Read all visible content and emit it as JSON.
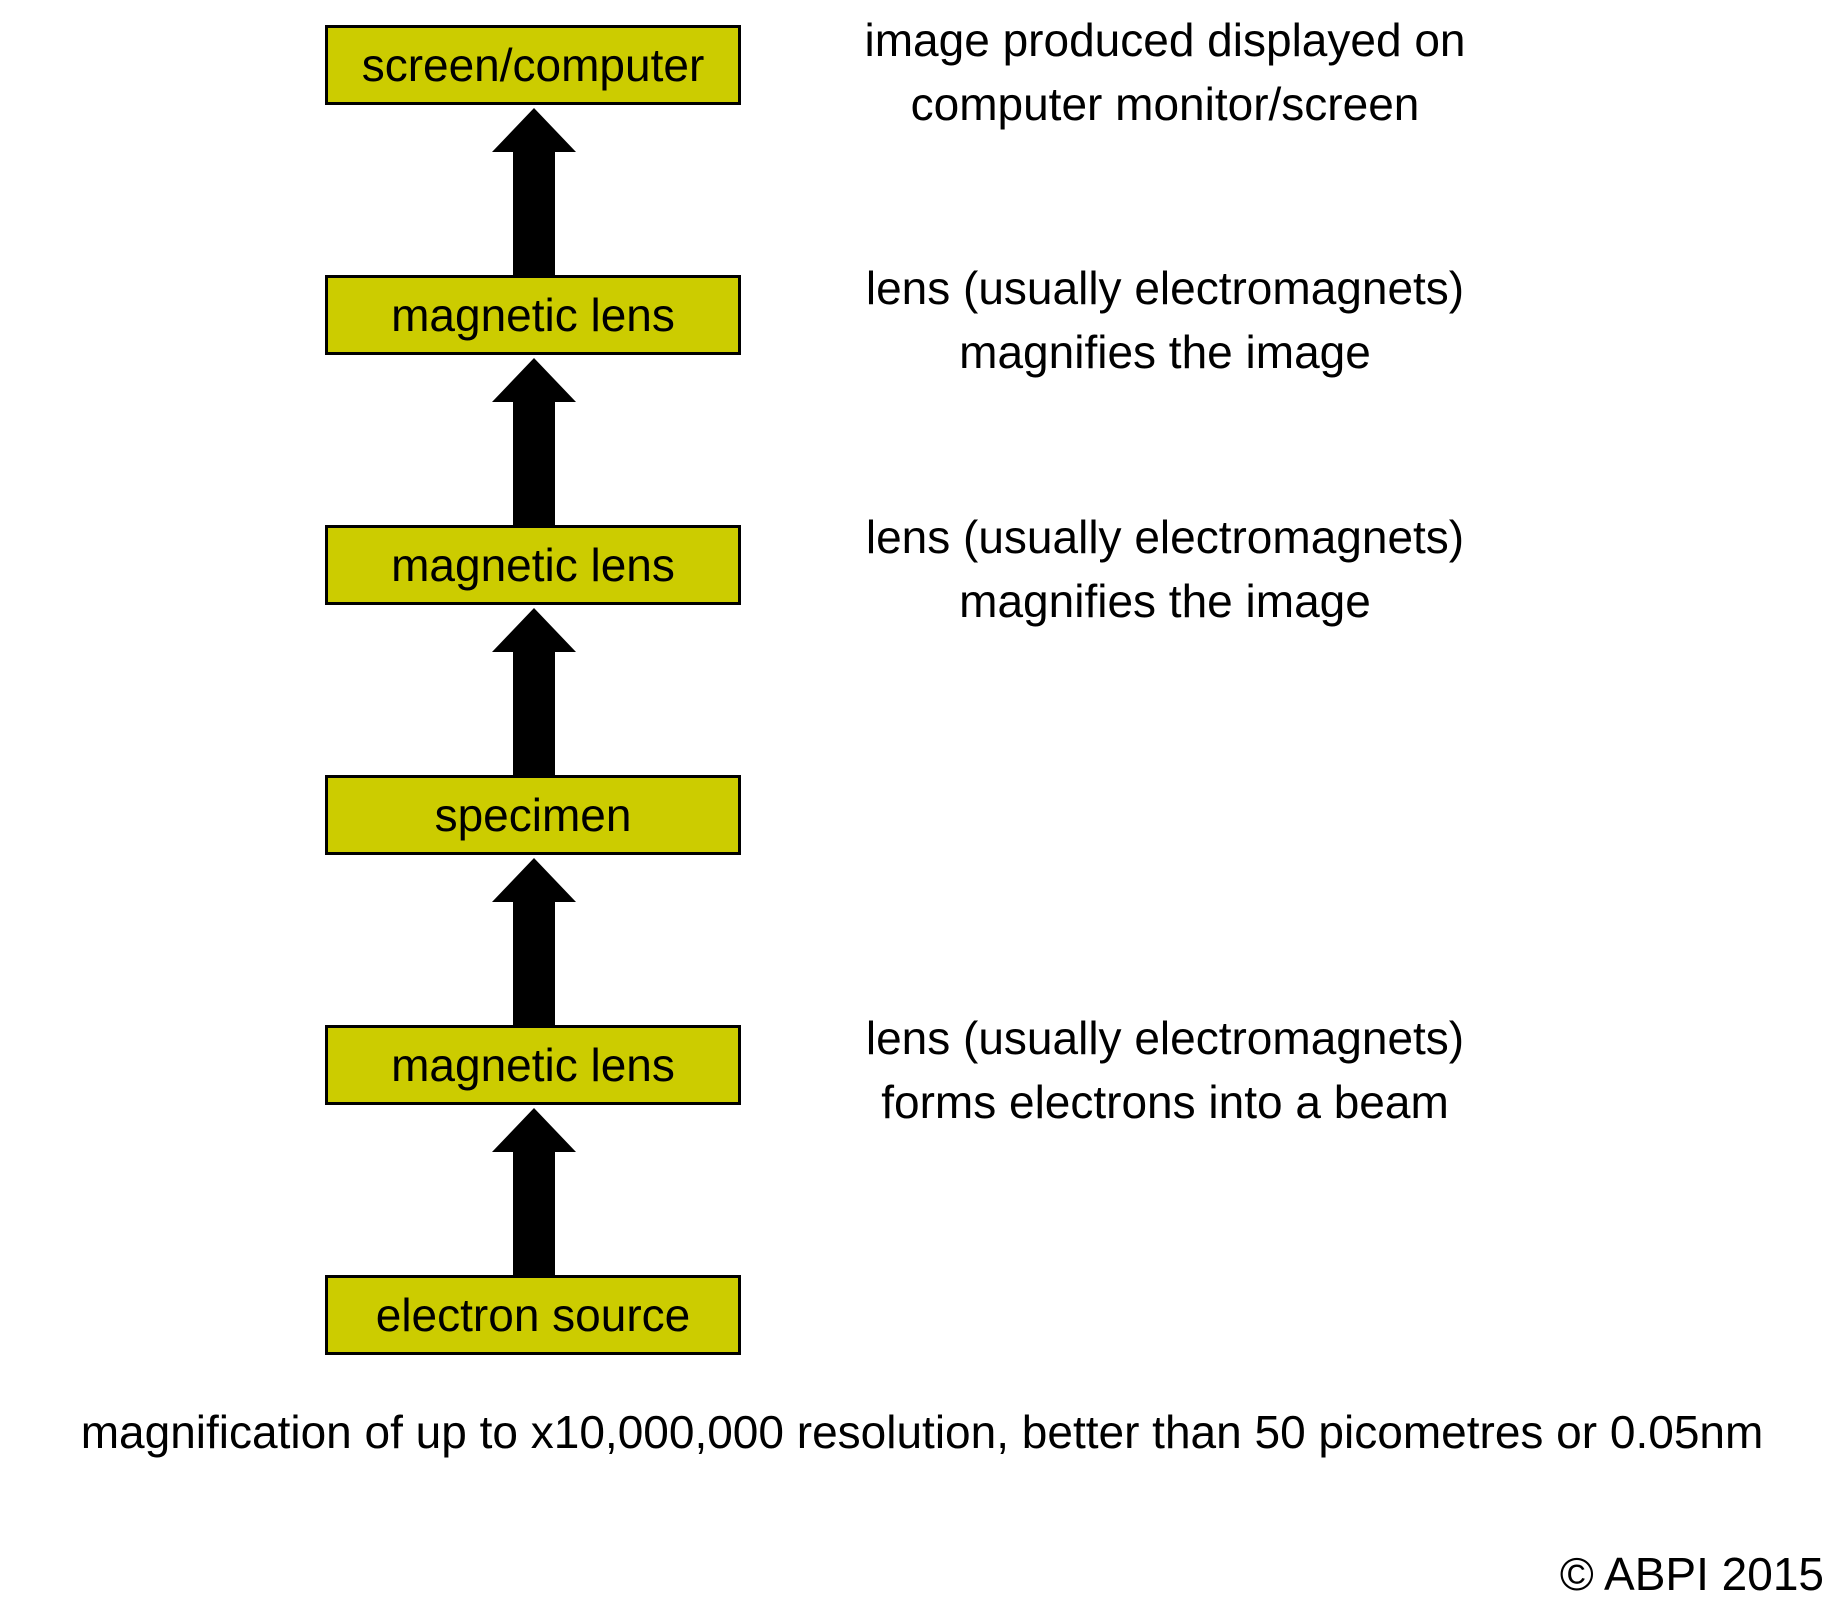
{
  "boxes": {
    "screen": "screen/computer",
    "lens_top": "magnetic lens",
    "lens_middle": "magnetic lens",
    "specimen": "specimen",
    "lens_bottom": "magnetic lens",
    "source": "electron source"
  },
  "notes": {
    "screen": [
      "image produced displayed on",
      "computer monitor/screen"
    ],
    "lens_top": [
      "lens (usually electromagnets)",
      "magnifies the image"
    ],
    "lens_middle": [
      "lens (usually electromagnets)",
      "magnifies the image"
    ],
    "lens_bottom": [
      "lens (usually electromagnets)",
      "forms electrons into a beam"
    ]
  },
  "footer": "magnification of up to x10,000,000 resolution, better than 50 picometres or 0.05nm",
  "copyright": "© ABPI 2015",
  "colors": {
    "box_fill": "#cccc00",
    "outline": "#000000",
    "arrow": "#000000"
  }
}
